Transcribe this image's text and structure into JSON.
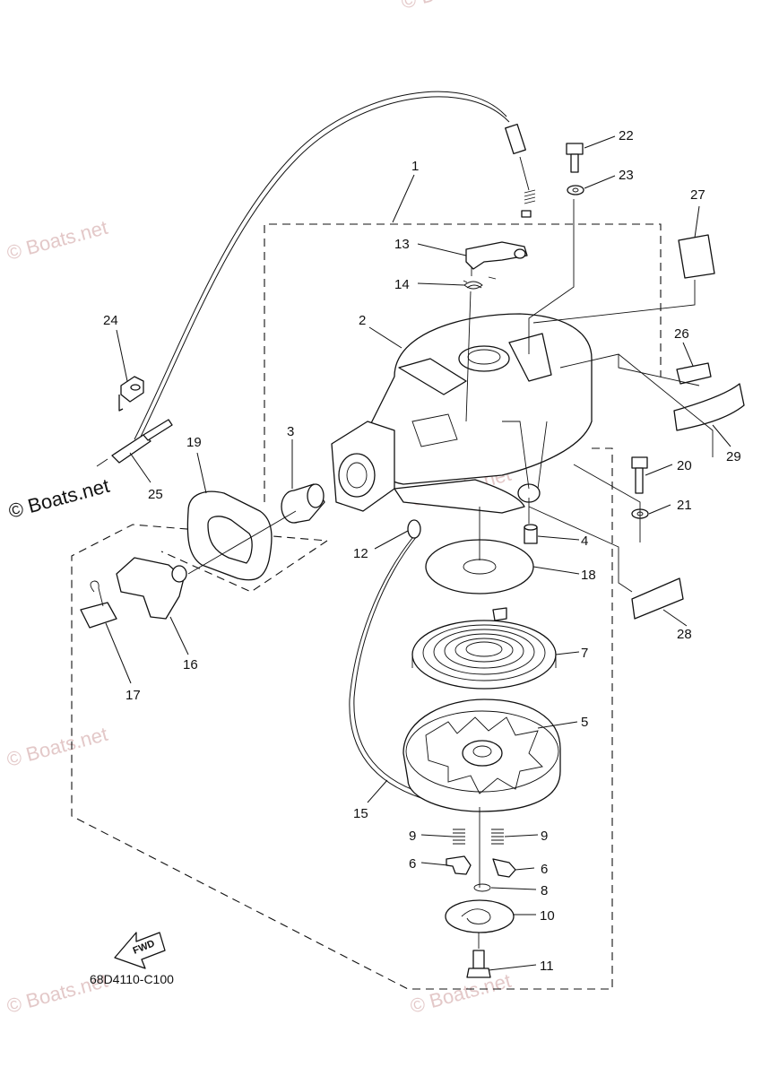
{
  "diagram": {
    "part_code": "68D4110-C100",
    "direction_label": "FWD",
    "watermark": "© Boats.net",
    "labels": [
      "1",
      "2",
      "3",
      "4",
      "5",
      "6",
      "6",
      "7",
      "8",
      "9",
      "9",
      "10",
      "11",
      "12",
      "13",
      "14",
      "15",
      "16",
      "17",
      "18",
      "19",
      "20",
      "21",
      "22",
      "23",
      "24",
      "25",
      "26",
      "27",
      "28",
      "29"
    ]
  }
}
